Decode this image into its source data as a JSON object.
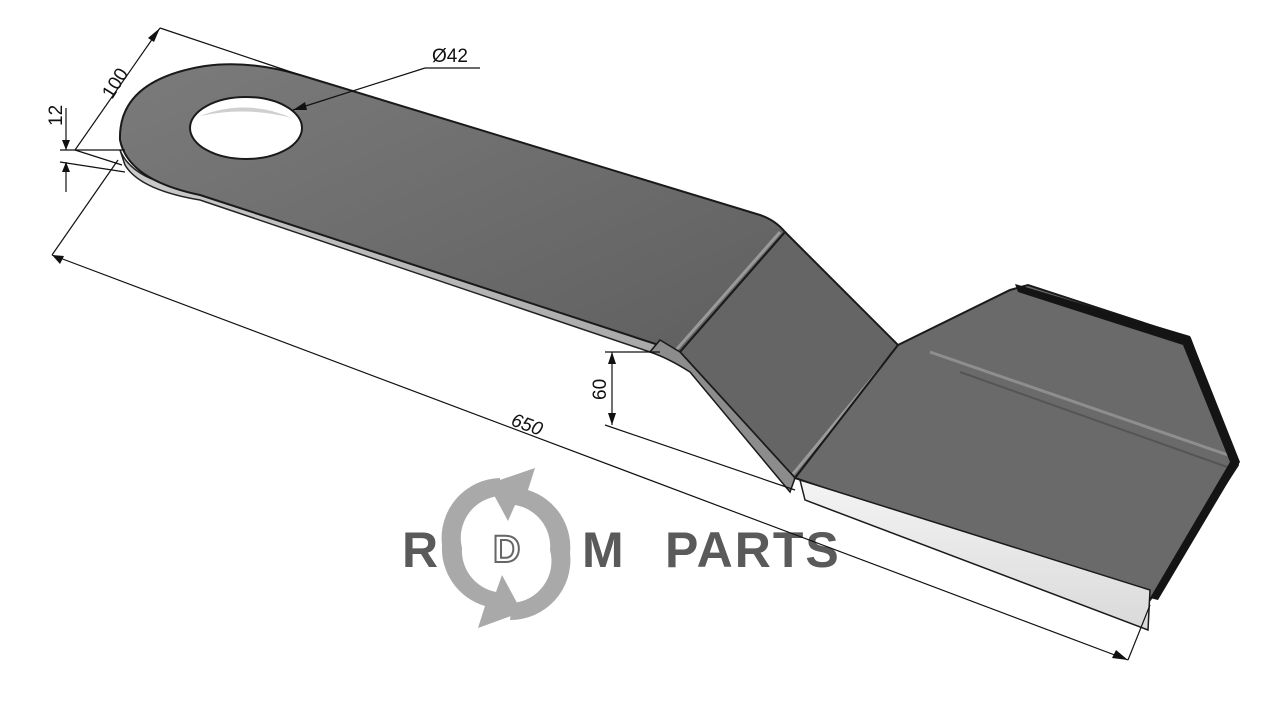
{
  "drawing": {
    "dimensions": {
      "length": "650",
      "width": "100",
      "hole_diameter": "Ø42",
      "thickness": "12",
      "offset": "60"
    }
  },
  "logo": {
    "letter_r": "R",
    "letter_d": "D",
    "letter_m": "M",
    "word": "PARTS",
    "text_color": "#5a5a5a",
    "arrow_color": "#a9a9a9"
  },
  "colors": {
    "blade_top": "#6e6e6e",
    "blade_side": "#bdbdbd",
    "edge_bevel": "#e8e8e8",
    "dark_edge": "#1a1a1a"
  }
}
